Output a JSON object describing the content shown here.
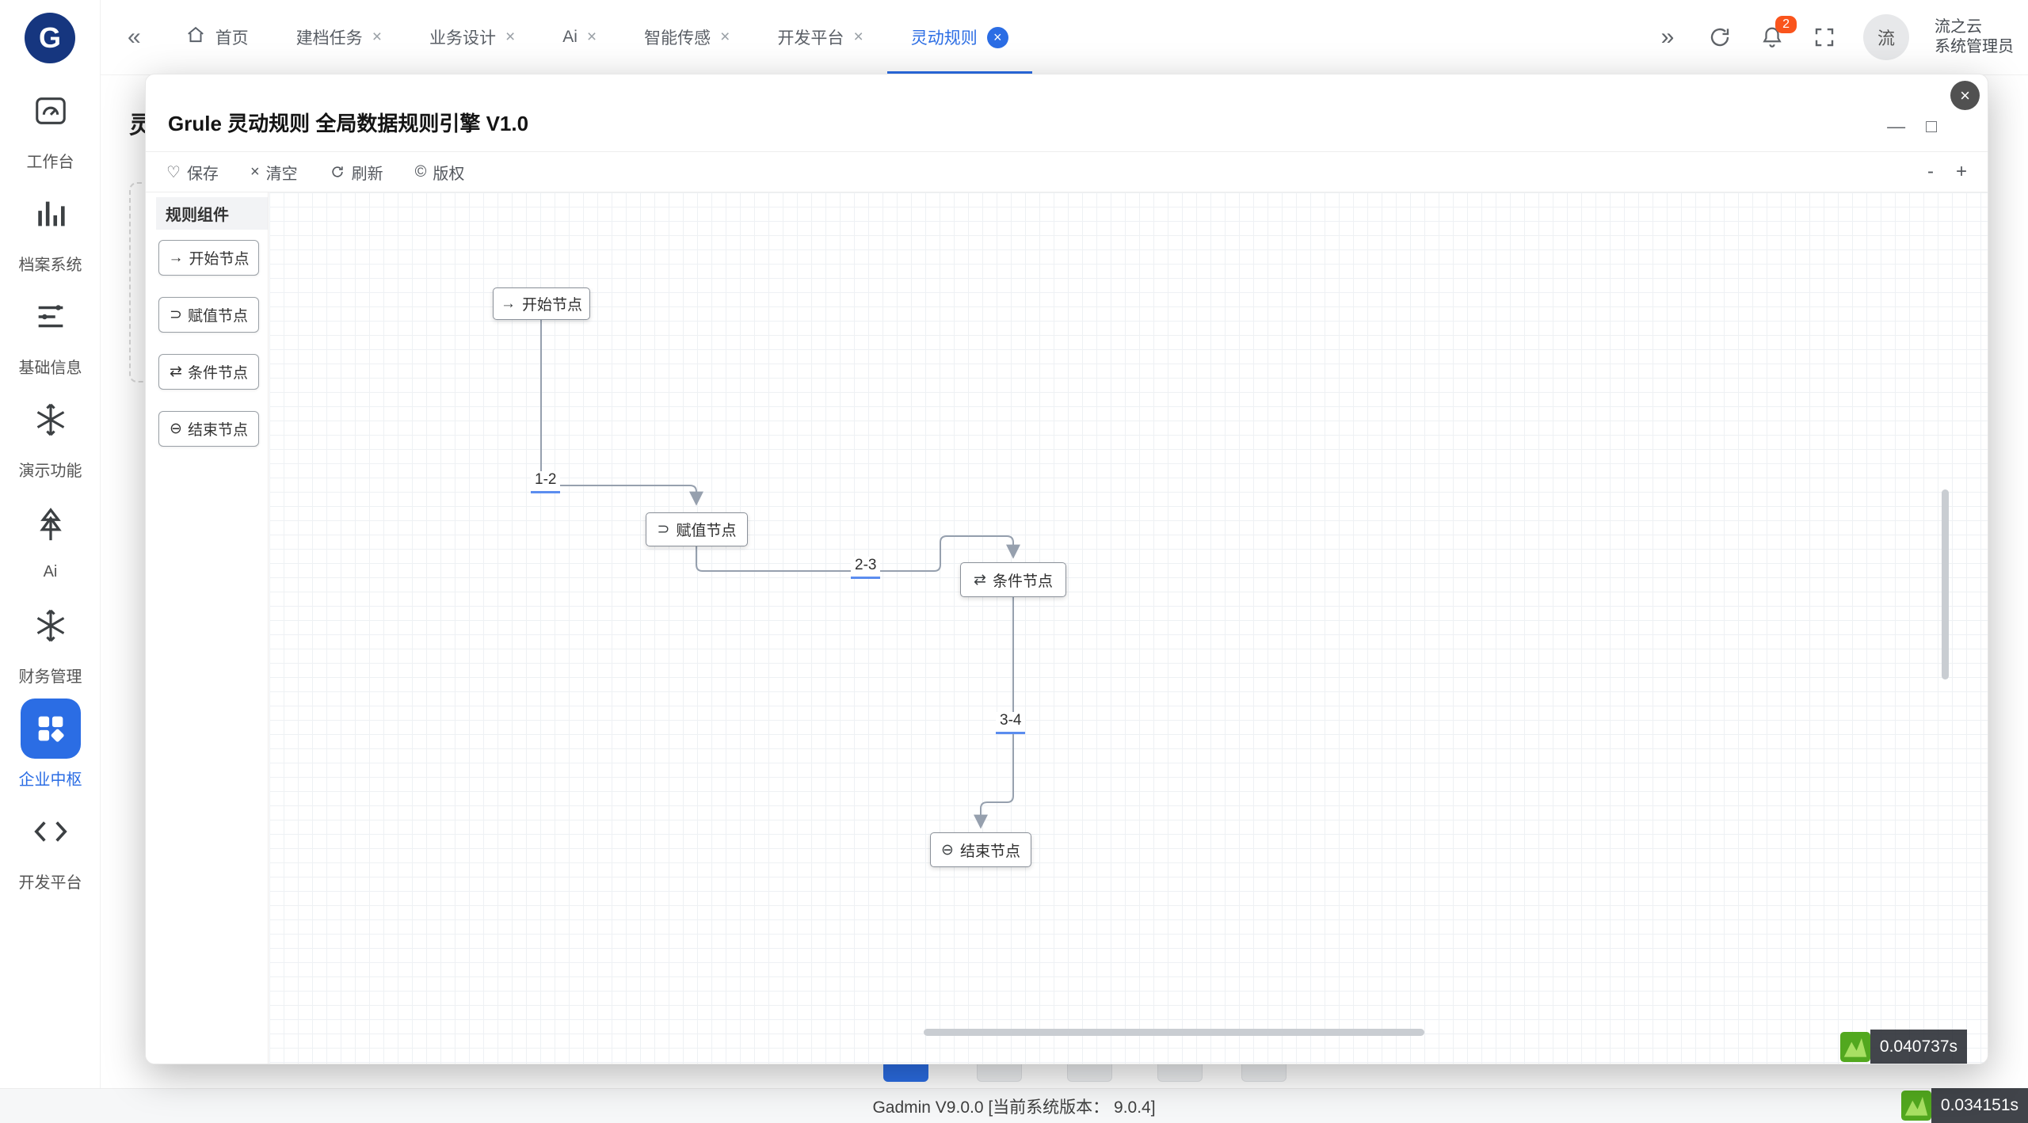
{
  "brand": {
    "logo_text": "G"
  },
  "glyphs": {
    "collapse": "«",
    "expand": "»",
    "close": "×",
    "heart": "♡",
    "copyright": "©",
    "minimize": "—",
    "maximize": "□"
  },
  "sidebar": {
    "items": [
      {
        "label": "工作台",
        "icon": "gauge-icon"
      },
      {
        "label": "档案系统",
        "icon": "bar-chart-icon"
      },
      {
        "label": "基础信息",
        "icon": "filter-lines-icon"
      },
      {
        "label": "演示功能",
        "icon": "snowflake-icon"
      },
      {
        "label": "Ai",
        "icon": "tree-icon"
      },
      {
        "label": "财务管理",
        "icon": "snowflake-icon"
      },
      {
        "label": "企业中枢",
        "icon": "grid-icon",
        "active": true
      },
      {
        "label": "开发平台",
        "icon": "code-icon"
      }
    ]
  },
  "topbar": {
    "tabs": [
      {
        "label": "首页",
        "closable": false
      },
      {
        "label": "建档任务",
        "closable": true
      },
      {
        "label": "业务设计",
        "closable": true
      },
      {
        "label": "Ai",
        "closable": true
      },
      {
        "label": "智能传感",
        "closable": true
      },
      {
        "label": "开发平台",
        "closable": true
      },
      {
        "label": "灵动规则",
        "closable": true,
        "active": true
      }
    ],
    "badge_count": "2",
    "user": {
      "avatar": "流",
      "name": "流之云",
      "role": "系统管理员"
    }
  },
  "page": {
    "title_partial": "灵",
    "footer": "Gadmin V9.0.0 [当前系统版本： 9.0.4]",
    "load_time": "0.034151s"
  },
  "modal": {
    "title": "Grule 灵动规则 全局数据规则引擎 V1.0",
    "controls": {
      "minimize": "—",
      "maximize": "□",
      "close": "×"
    },
    "toolbar": {
      "save": "保存",
      "clear": "清空",
      "refresh": "刷新",
      "copyright": "版权",
      "zoom_out": "-",
      "zoom_in": "+"
    },
    "components": {
      "title": "规则组件",
      "items": [
        {
          "icon": "→",
          "label": "开始节点"
        },
        {
          "icon": "⊃",
          "label": "赋值节点"
        },
        {
          "icon": "⇄",
          "label": "条件节点"
        },
        {
          "icon": "⊖",
          "label": "结束节点"
        }
      ]
    },
    "flow": {
      "nodes": [
        {
          "id": "start",
          "icon": "→",
          "label": "开始节点"
        },
        {
          "id": "assign",
          "icon": "⊃",
          "label": "赋值节点"
        },
        {
          "id": "condition",
          "icon": "⇄",
          "label": "条件节点"
        },
        {
          "id": "end",
          "icon": "⊖",
          "label": "结束节点"
        }
      ],
      "edges": [
        {
          "label": "1-2"
        },
        {
          "label": "2-3"
        },
        {
          "label": "3-4"
        }
      ]
    },
    "load_time": "0.040737s"
  },
  "colors": {
    "accent": "#2b6de4",
    "badge": "#fa541c",
    "edge": "#96a0ae",
    "label_underline": "#5b8def"
  }
}
